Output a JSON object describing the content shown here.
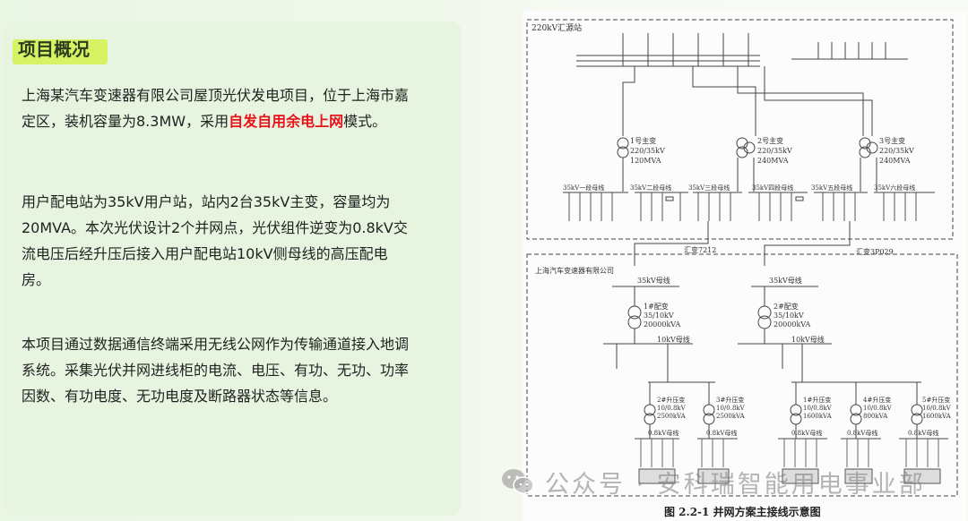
{
  "section": {
    "title": "项目概况"
  },
  "paragraphs": {
    "p1_before": "上海某汽车变速器有限公司屋顶光伏发电项目，位于上海市嘉定区，装机容量为8.3MW，采用",
    "p1_highlight": "自发自用余电上网",
    "p1_after": "模式。",
    "p2": "用户配电站为35kV用户站，站内2台35kV主变，容量均为20MVA。本次光伏设计2个并网点，光伏组件逆变为0.8kV交流电压后经升压后接入用户配电站10kV侧母线的高压配电房。",
    "p3": " 本项目通过数据通信终端采用无线公网作为传输通道接入地调系统。采集光伏并网进线柜的电流、电压、有功、无功、功率因数、有功电度、无功电度及断路器状态等信息。"
  },
  "colors": {
    "highlight_text": "#e8121a",
    "title_marker": "#d7f263",
    "card": "#e7f4df"
  },
  "diagram": {
    "upper_label": "220kV汇源站",
    "transformers": [
      {
        "name": "1号主变",
        "ratio": "220/35kV",
        "capacity": "120MVA"
      },
      {
        "name": "2号主变",
        "ratio": "220/35kV",
        "capacity": "240MVA"
      },
      {
        "name": "3号主变",
        "ratio": "220/35kV",
        "capacity": "240MVA"
      }
    ],
    "buses_35kv": [
      "35kV一段母线",
      "35kV二段母线",
      "35kV三段母线",
      "35kV四段母线",
      "35kV五段母线",
      "35kV六段母线"
    ],
    "line_labels": [
      "汇变7212",
      "汇变3P029"
    ],
    "lower_label": "上海汽车变速器有限公司",
    "user_buses": [
      "35kV母线",
      "35kV母线",
      "10kV母线",
      "10kV母线"
    ],
    "distribution_transformers": [
      {
        "name": "1#配变",
        "ratio": "35/10kV",
        "capacity": "20000kVA"
      },
      {
        "name": "2#配变",
        "ratio": "35/10kV",
        "capacity": "20000kVA"
      }
    ],
    "step_up_transformers": [
      {
        "name": "2#升压变",
        "ratio": "10/0.8kV",
        "capacity": "2500kVA"
      },
      {
        "name": "3#升压变",
        "ratio": "10/0.8kV",
        "capacity": "2500kVA"
      },
      {
        "name": "1#升压变",
        "ratio": "10/0.8kV",
        "capacity": "1600kVA"
      },
      {
        "name": "4#升压变",
        "ratio": "10/0.8kV",
        "capacity": "800kVA"
      },
      {
        "name": "5#升压变",
        "ratio": "10/0.8kV",
        "capacity": "1600kVA"
      }
    ],
    "low_buses": [
      "0.8kV母线",
      "0.8kV母线",
      "0.8kV母线",
      "0.8kV母线",
      "0.8kV母线"
    ],
    "caption": "图 2.2-1  并网方案主接线示意图"
  },
  "watermark": {
    "text": "公众号 · 安科瑞智能用电事业部",
    "icon": "wechat-icon"
  }
}
